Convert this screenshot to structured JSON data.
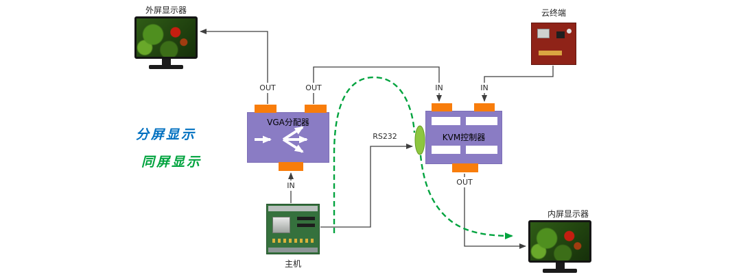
{
  "diagram": {
    "nodes": {
      "external_monitor": {
        "label": "外屏显示器"
      },
      "cloud_terminal": {
        "label": "云终端"
      },
      "vga_splitter": {
        "label": "VGA分配器"
      },
      "kvm_controller": {
        "label": "KVM控制器"
      },
      "host": {
        "label": "主机"
      },
      "internal_monitor": {
        "label": "内屏显示器"
      }
    },
    "ports": {
      "vga_out_left": "OUT",
      "vga_out_right": "OUT",
      "vga_in_bottom": "IN",
      "kvm_in_left": "IN",
      "kvm_in_right": "IN",
      "kvm_out_bottom": "OUT"
    },
    "annotations": {
      "rs232": "RS232",
      "split_screen_mode": "分屏显示",
      "same_screen_mode": "同屏显示"
    },
    "colors": {
      "device_box_purple": "#8a7cc4",
      "connector_orange": "#f87d0b",
      "rs232_port_green": "#8dc63f",
      "same_screen_path_green": "#00a33e",
      "split_screen_text_blue": "#0070c0",
      "wire_gray": "#3f3f3f"
    }
  }
}
